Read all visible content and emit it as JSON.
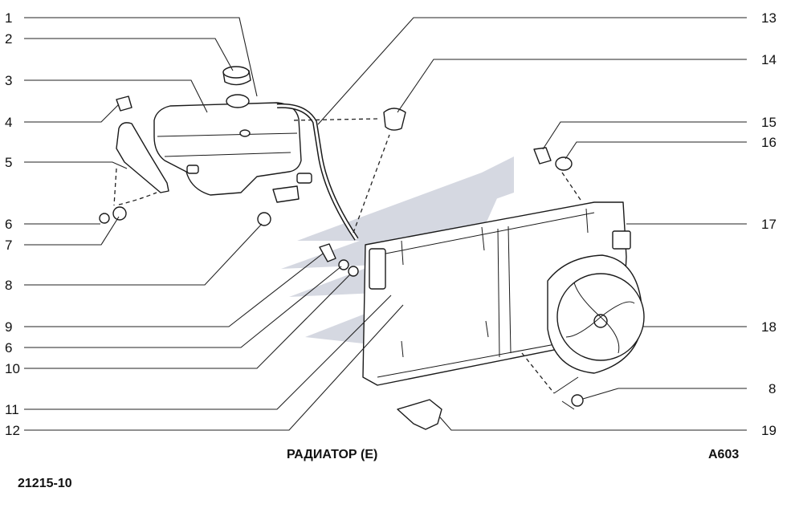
{
  "diagram": {
    "title": "РАДИАТОР (Е)",
    "sheet_code": "A603",
    "model_code": "21215-10",
    "callouts_left": [
      "1",
      "2",
      "3",
      "4",
      "5",
      "6",
      "7",
      "8",
      "9",
      "6",
      "10",
      "11",
      "12"
    ],
    "callouts_right": [
      "13",
      "14",
      "15",
      "16",
      "17",
      "18",
      "8",
      "19"
    ],
    "watermark_color": "#c8ccd8"
  }
}
